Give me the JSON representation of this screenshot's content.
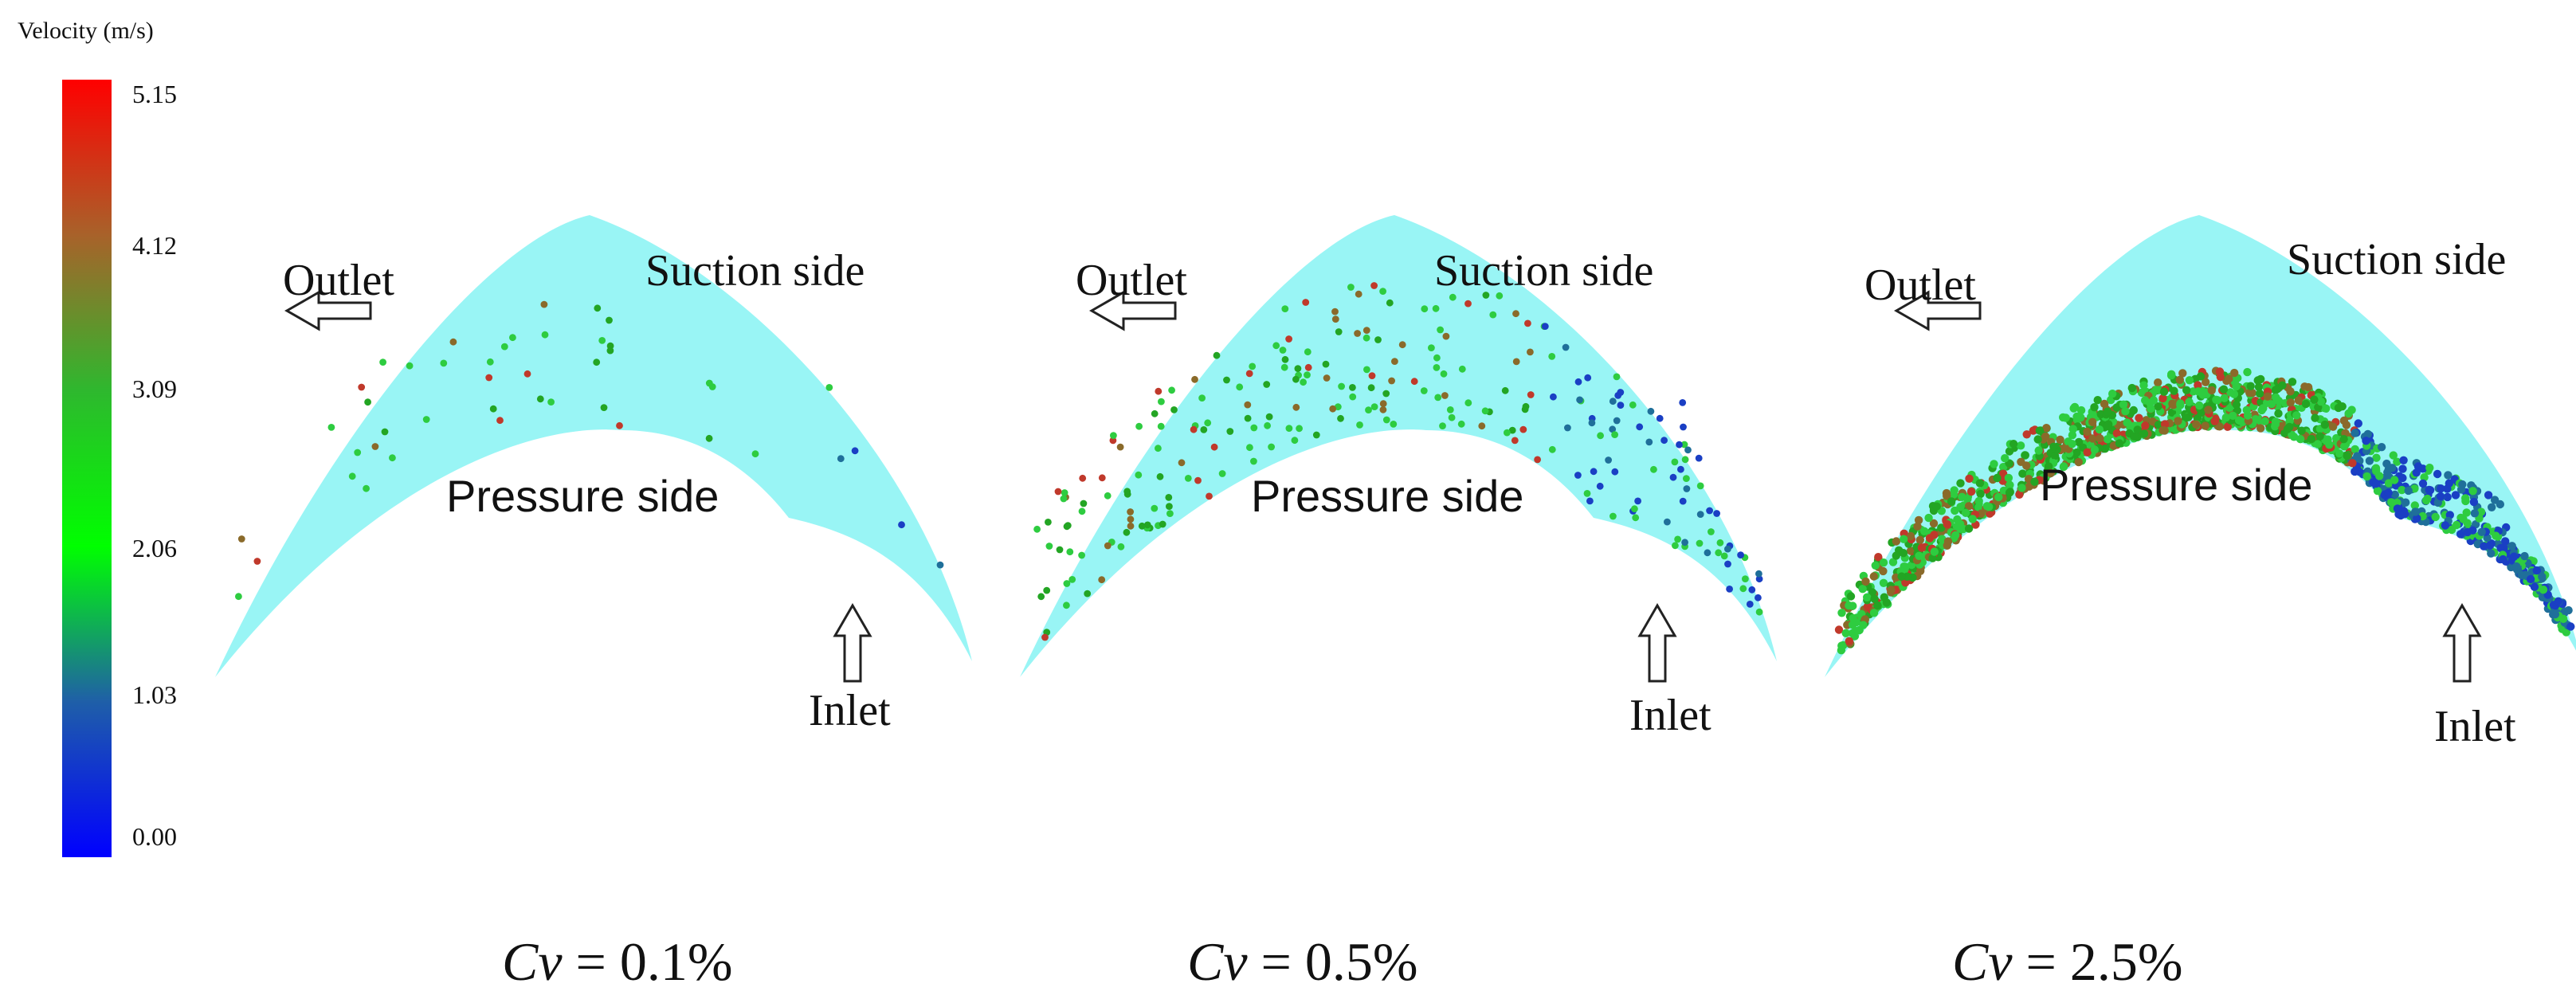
{
  "legend": {
    "title": "Velocity (m/s)",
    "ticks": [
      "5.15",
      "4.12",
      "3.09",
      "2.06",
      "1.03",
      "0.00"
    ],
    "colors": [
      "#ff0000",
      "#a8622a",
      "#2eb82e",
      "#00ff00",
      "#1f5fa8",
      "#0000ff"
    ]
  },
  "labels": {
    "outlet": "Outlet",
    "inlet": "Inlet",
    "suction_side": "Suction side",
    "pressure_side": "Pressure side"
  },
  "panels": [
    {
      "caption_var": "Cv",
      "caption_value": " = 0.1%",
      "particle_count": 45
    },
    {
      "caption_var": "Cv",
      "caption_value": " = 0.5%",
      "particle_count": 260
    },
    {
      "caption_var": "Cv",
      "caption_value": " = 2.5%",
      "particle_count": 1400
    }
  ],
  "colors": {
    "channel_fill": "#99f5f5",
    "arrow_stroke": "#222222"
  }
}
